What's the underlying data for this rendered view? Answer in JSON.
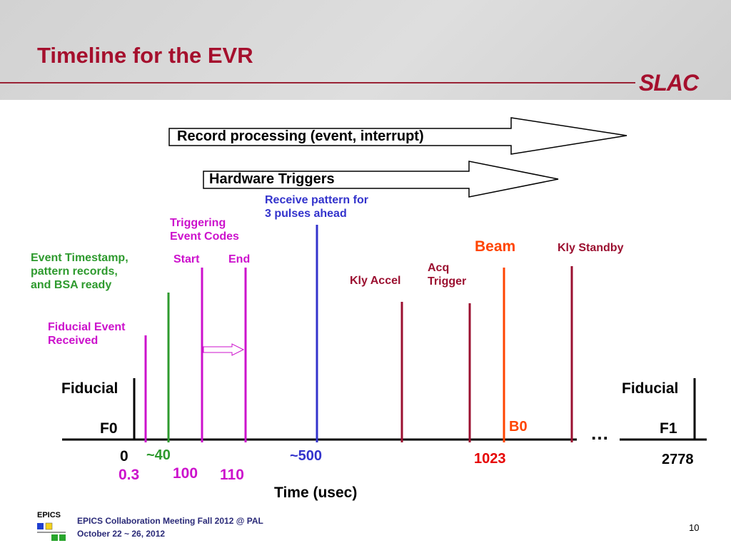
{
  "slide": {
    "title": "Timeline for the EVR",
    "logo": "SLAC",
    "page_number": "10"
  },
  "arrows": {
    "record_processing": "Record processing (event, interrupt)",
    "hardware_triggers": "Hardware Triggers"
  },
  "annotations": {
    "receive_pattern": [
      "Receive  pattern for",
      "3 pulses ahead"
    ],
    "triggering_codes": [
      "Triggering",
      "Event Codes"
    ],
    "start": "Start",
    "end": "End",
    "event_timestamp": [
      "Event Timestamp,",
      "pattern records,",
      "and BSA ready"
    ],
    "fiducial_event": [
      "Fiducial Event",
      "Received"
    ],
    "beam": "Beam",
    "kly_standby": "Kly Standby",
    "acq_trigger": [
      "Acq",
      "Trigger"
    ],
    "kly_accel": "Kly Accel",
    "b0": "B0"
  },
  "fiducials": {
    "left_label": "Fiducial",
    "left_name": "F0",
    "right_label": "Fiducial",
    "right_name": "F1",
    "ellipsis": "…"
  },
  "ticks": {
    "t0": "0",
    "t40": "~40",
    "t500": "~500",
    "t1023": "1023",
    "t2778": "2778",
    "t03": "0.3",
    "t100": "100",
    "t110": "110"
  },
  "axis_label": "Time (usec)",
  "colors": {
    "title": "#a50f2d",
    "magenta": "#cc11cc",
    "green": "#2e9a2e",
    "blue": "#3333cc",
    "darkred": "#9b1030",
    "orange_red": "#ff4400",
    "red": "#e60000"
  },
  "footer": {
    "logo": "EPICS",
    "line1": "EPICS Collaboration Meeting Fall 2012 @ PAL",
    "line2": "October 22 ~ 26, 2012"
  }
}
